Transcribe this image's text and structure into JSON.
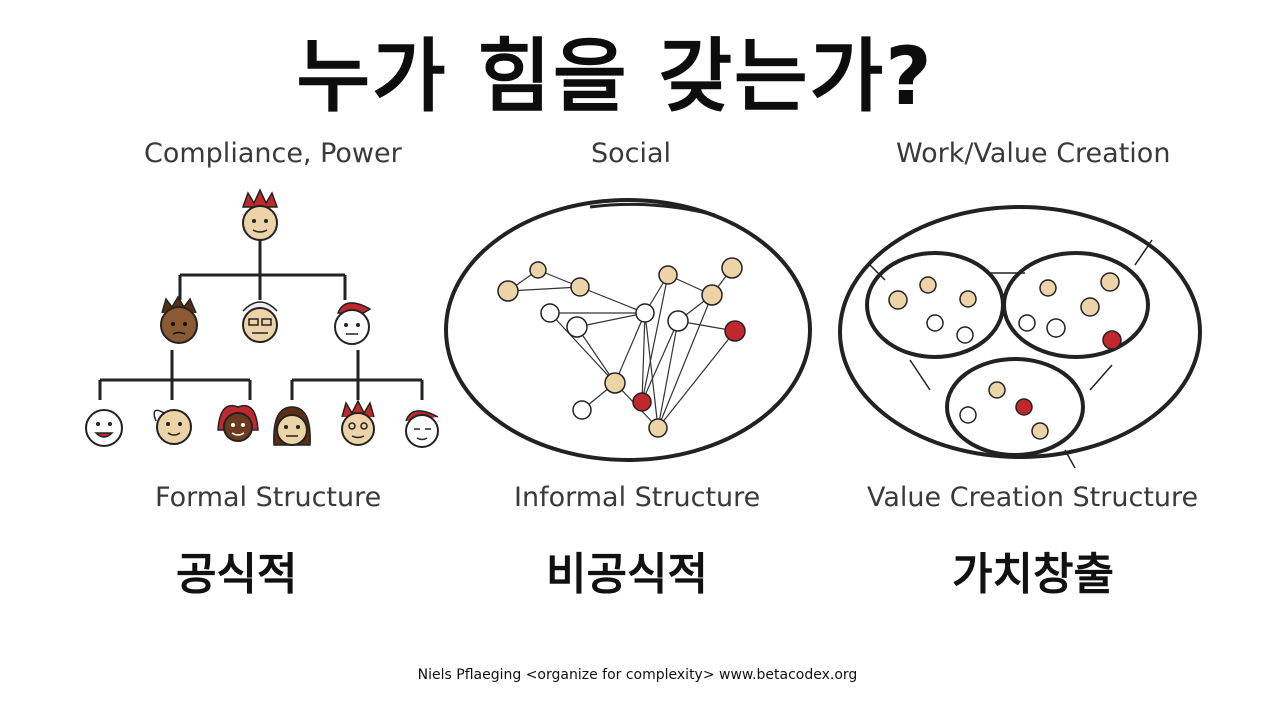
{
  "title": "누가 힘을 갖는가?",
  "columns": [
    {
      "heading": "Compliance, Power",
      "structure": "Formal Structure",
      "korean": "공식적"
    },
    {
      "heading": "Social",
      "structure": "Informal Structure",
      "korean": "비공식적"
    },
    {
      "heading": "Work/Value Creation",
      "structure": "Value Creation Structure",
      "korean": "가치창출"
    }
  ],
  "footer": "Niels Pflaeging <organize for complexity>  www.betacodex.org",
  "colors": {
    "face_tan": "#ecd3a8",
    "face_red": "#c0282d",
    "face_white": "#ffffff",
    "hair_brown": "#5a2f14"
  }
}
